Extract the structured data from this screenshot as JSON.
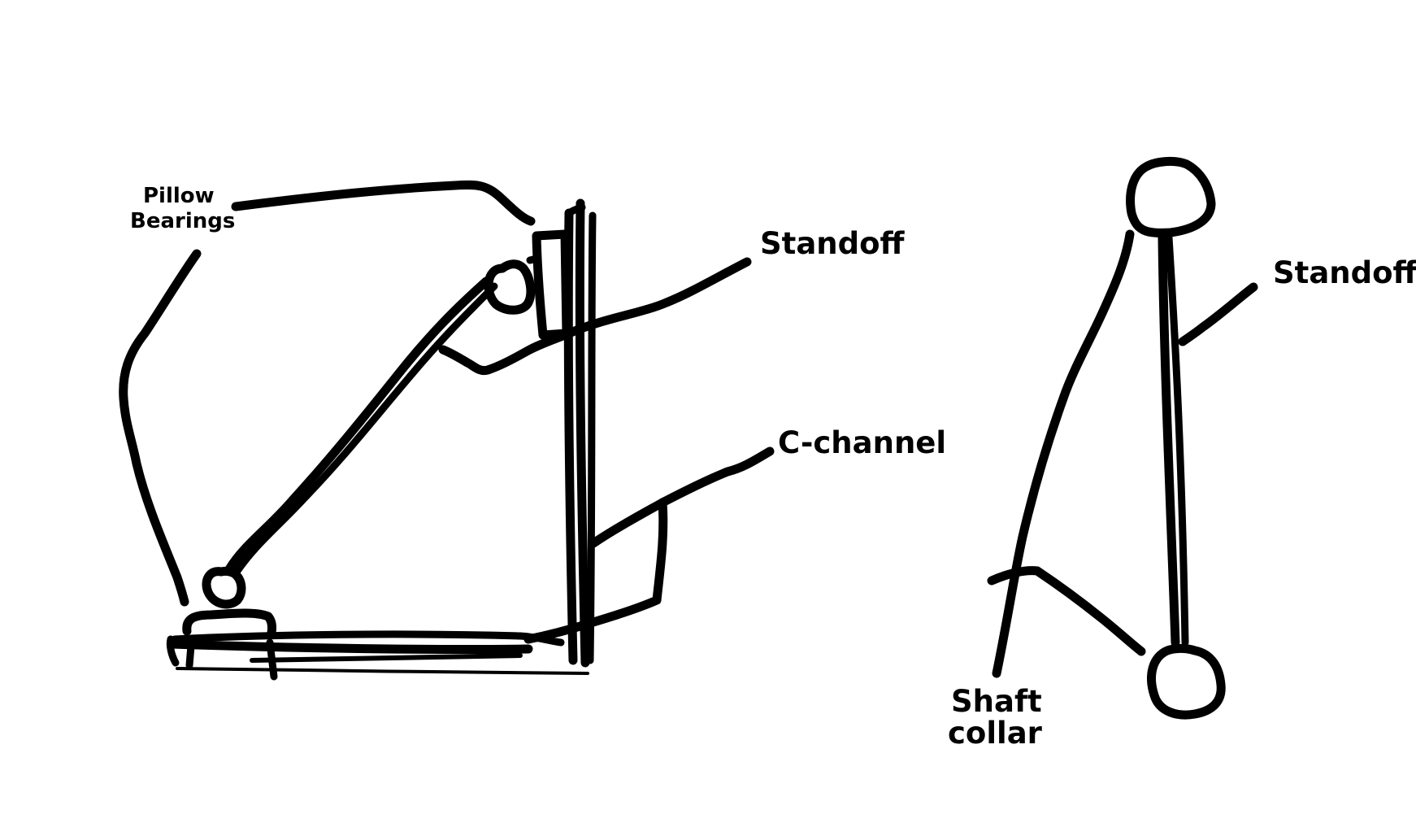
{
  "colors": {
    "ink": "#000000",
    "background": "#ffffff"
  },
  "side_view": {
    "labels": {
      "pillow_bearings_line1": "Pillow",
      "pillow_bearings_line2": "Bearings",
      "standoff": "Standoff",
      "c_channel": "C-channel"
    }
  },
  "end_view": {
    "labels": {
      "standoff": "Standoff",
      "shaft_collar_line1": "Shaft",
      "shaft_collar_line2": "collar"
    }
  }
}
